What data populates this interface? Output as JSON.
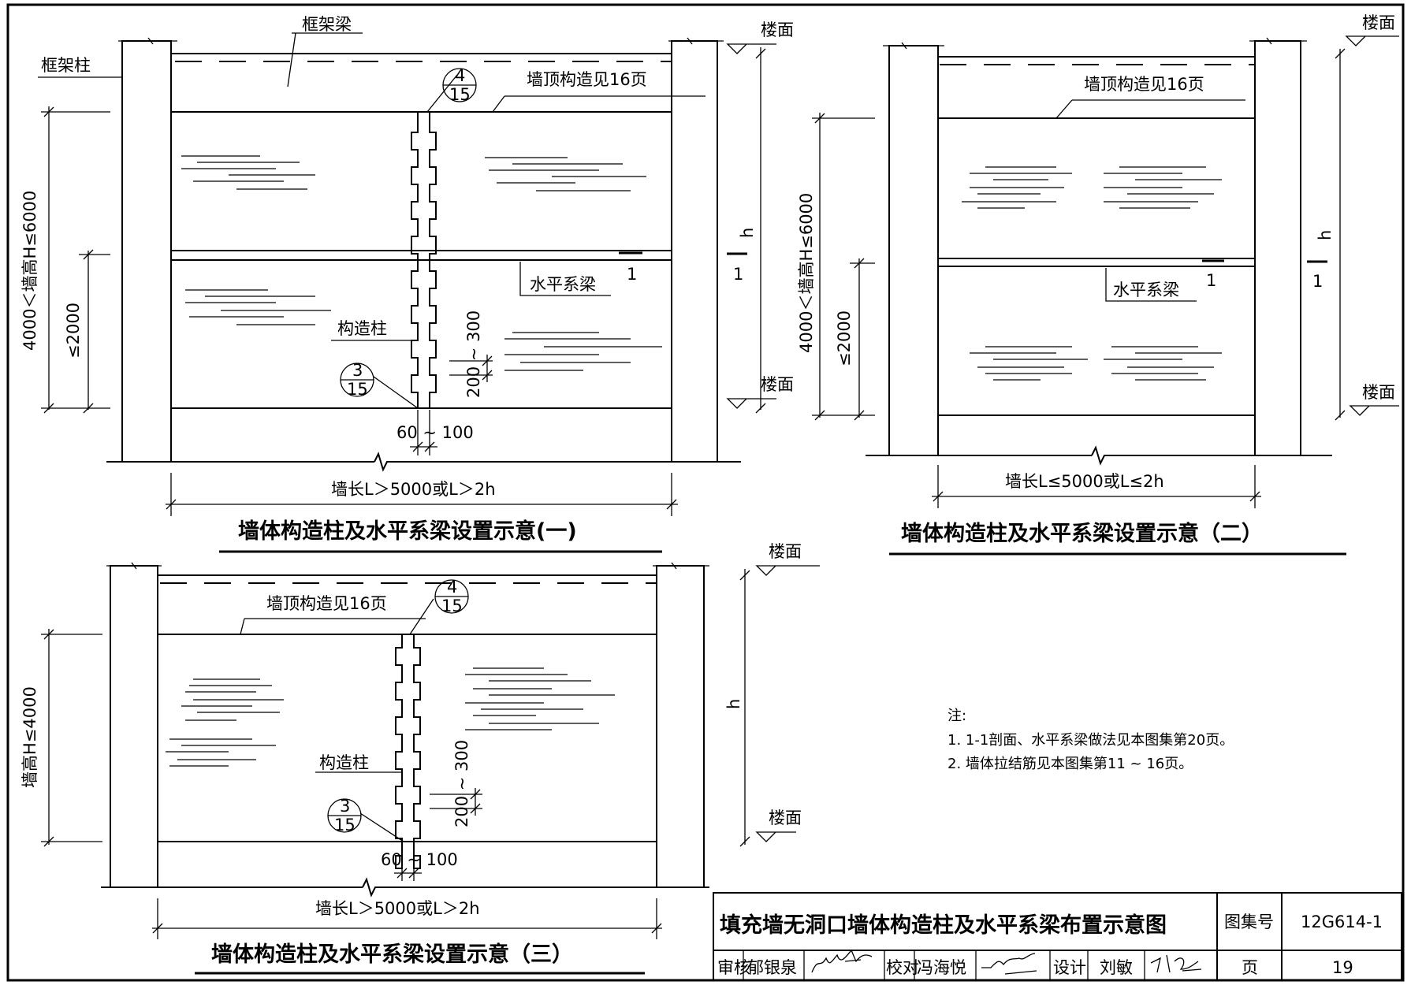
{
  "labels": {
    "frame_beam": "框架梁",
    "frame_column": "框架柱",
    "floor": "楼面",
    "wall_top": "墙顶构造见16页",
    "horizontal_beam": "水平系梁",
    "construct_column": "构造柱",
    "section_mark": "1",
    "h": "h",
    "spacing": "200 ~ 300",
    "col_width": "60 ~ 100",
    "max_2000": "≤2000",
    "ref_top_num": "4",
    "ref_top_den": "15",
    "ref_bottom_num": "3",
    "ref_bottom_den": "15"
  },
  "diagram1": {
    "height_range": "4000＜墙高H≤6000",
    "length": "墙长L＞5000或L＞2h",
    "title": "墙体构造柱及水平系梁设置示意(一)"
  },
  "diagram2": {
    "height_range": "4000＜墙高H≤6000",
    "length": "墙长L≤5000或L≤2h",
    "title": "墙体构造柱及水平系梁设置示意（二）"
  },
  "diagram3": {
    "height_range": "墙高H≤4000",
    "length": "墙长L＞5000或L＞2h",
    "title": "墙体构造柱及水平系梁设置示意（三）"
  },
  "notes": {
    "heading": "注:",
    "items": [
      "1. 1-1剖面、水平系梁做法见本图集第20页。",
      "2. 墙体拉结筋见本图集第11 ~ 16页。"
    ]
  },
  "title_block": {
    "drawing_title": "填充墙无洞口墙体构造柱及水平系梁布置示意图",
    "atlas_label": "图集号",
    "atlas_no": "12G614-1",
    "review_label": "审核",
    "reviewer": "郁银泉",
    "check_label": "校对",
    "checker": "冯海悦",
    "design_label": "设计",
    "designer": "刘敏",
    "page_label": "页",
    "page_no": "19"
  }
}
